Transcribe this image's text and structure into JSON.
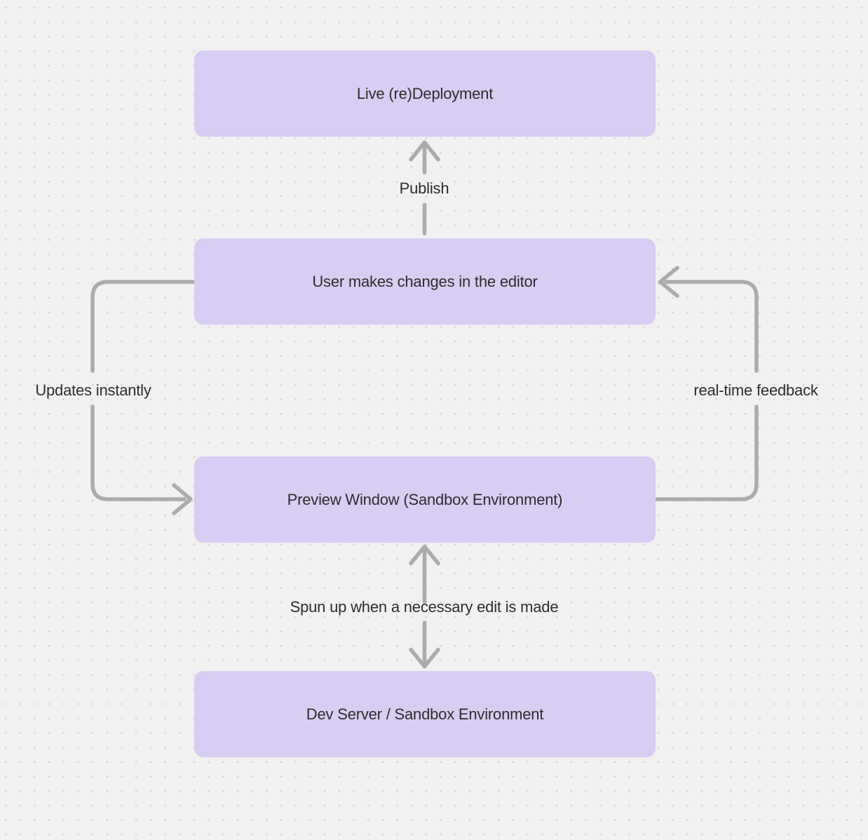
{
  "diagram": {
    "nodes": [
      {
        "id": "live-redeployment",
        "label": "Live (re)Deployment"
      },
      {
        "id": "user-editor",
        "label": "User makes changes in the editor"
      },
      {
        "id": "preview-window",
        "label": "Preview Window (Sandbox Environment)"
      },
      {
        "id": "dev-server",
        "label": "Dev Server / Sandbox Environment"
      }
    ],
    "edge_labels": {
      "publish": "Publish",
      "updates_instantly": "Updates instantly",
      "real_time_feedback": "real-time feedback",
      "spun_up": "Spun up when a necessary edit is made"
    },
    "colors": {
      "background": "#f2f1f1",
      "dot": "#d1cfcf",
      "node_fill": "#d8cdf3",
      "text": "#2d2d2d",
      "arrow": "#ababab"
    }
  }
}
